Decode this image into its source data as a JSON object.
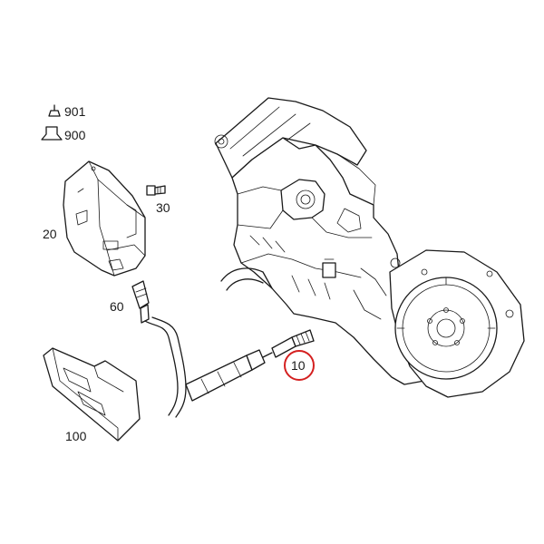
{
  "labels": {
    "p901": "901",
    "p900": "900",
    "p30": "30",
    "p20": "20",
    "p60": "60",
    "p10": "10",
    "p100": "100"
  },
  "highlight": {
    "part": "10",
    "color": "#d42020"
  }
}
